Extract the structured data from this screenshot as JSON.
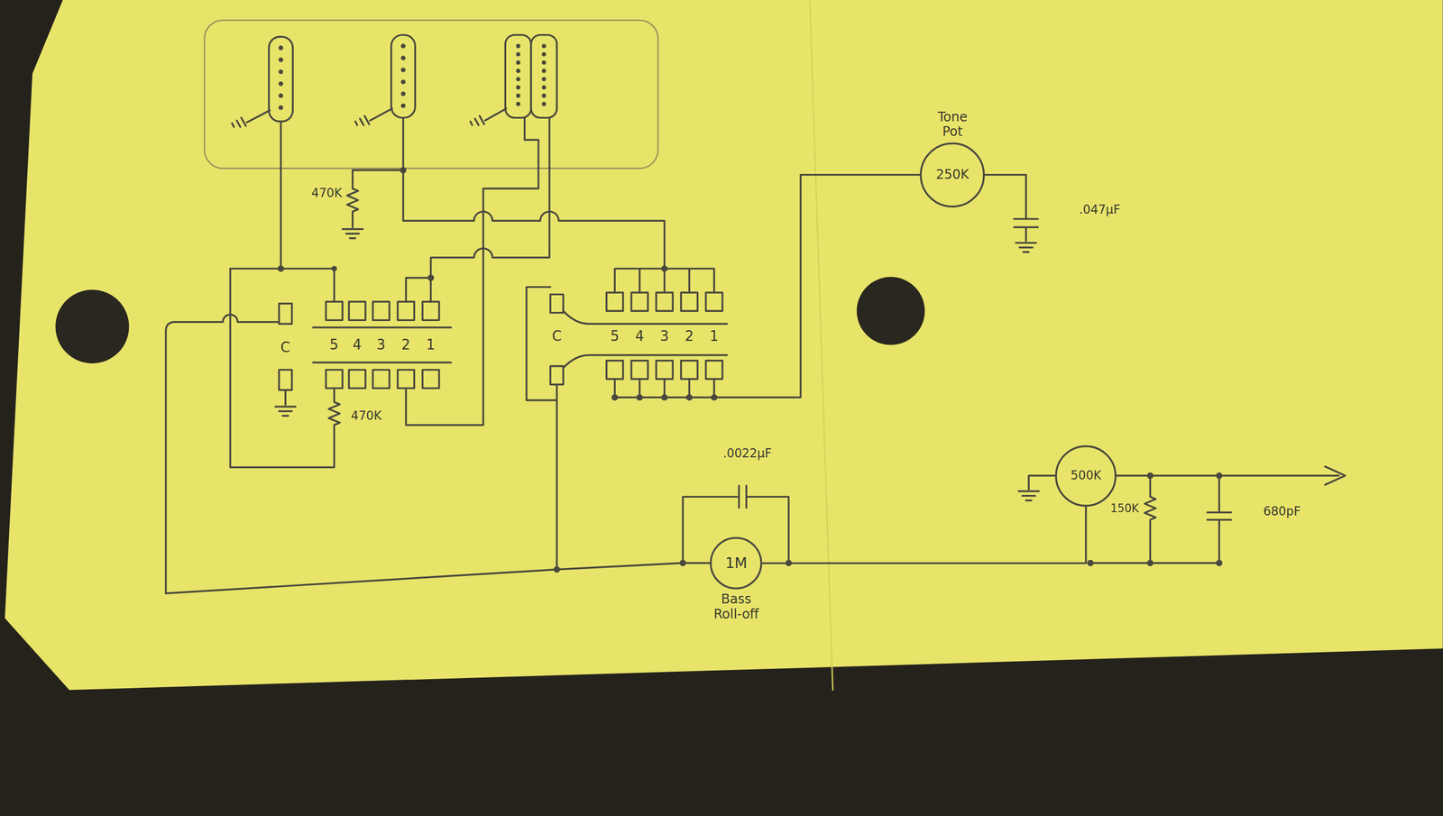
{
  "diagram": {
    "nodes": [
      {
        "text": [
          "Tone Pot",
          "250K"
        ]
      },
      {
        "text": [
          "1M",
          "Bass Roll-off"
        ]
      },
      {
        "text": [
          "500K"
        ]
      }
    ],
    "edges": [
      {
        "from": 1,
        "to": 2,
        "arrow": "none"
      }
    ],
    "labels": [
      "470K",
      "C",
      "5",
      "4",
      "3",
      "2",
      "1",
      "470K",
      "C",
      "5",
      "4",
      "3",
      "2",
      "1",
      ".047μF",
      ".0022μF",
      "150K",
      "680pF"
    ]
  }
}
